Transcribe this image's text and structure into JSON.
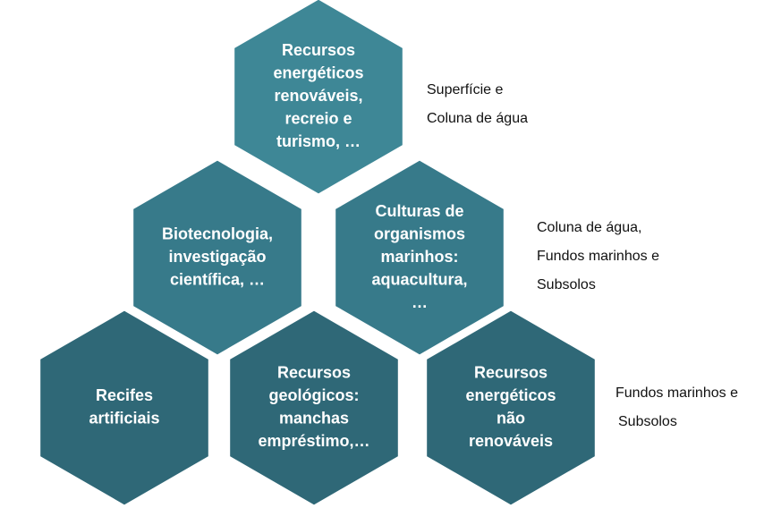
{
  "hexagons": [
    {
      "id": "top",
      "lines": [
        "Recursos",
        "energéticos",
        "renováveis,",
        "recreio e",
        "turismo, …"
      ],
      "color": "#3e8796"
    },
    {
      "id": "mid-left",
      "lines": [
        "Biotecnologia,",
        "investigação",
        "científica, …"
      ],
      "color": "#377a8a"
    },
    {
      "id": "mid-right",
      "lines": [
        "Culturas de",
        "organismos",
        "marinhos:",
        "aquacultura,",
        "…"
      ],
      "color": "#377a8a"
    },
    {
      "id": "bot-left",
      "lines": [
        "Recifes",
        "artificiais"
      ],
      "color": "#2f6877"
    },
    {
      "id": "bot-center",
      "lines": [
        "Recursos",
        "geológicos:",
        "manchas",
        "empréstimo,…"
      ],
      "color": "#2f6877"
    },
    {
      "id": "bot-right",
      "lines": [
        "Recursos",
        "energéticos",
        "não",
        "renováveis"
      ],
      "color": "#2f6877"
    }
  ],
  "notes": {
    "top": [
      "Superfície e",
      "Coluna de água"
    ],
    "middle": [
      "Coluna de água,",
      "Fundos marinhos e",
      "Subsolos"
    ],
    "bottom": [
      "Fundos marinhos e",
      "Subsolos"
    ]
  }
}
